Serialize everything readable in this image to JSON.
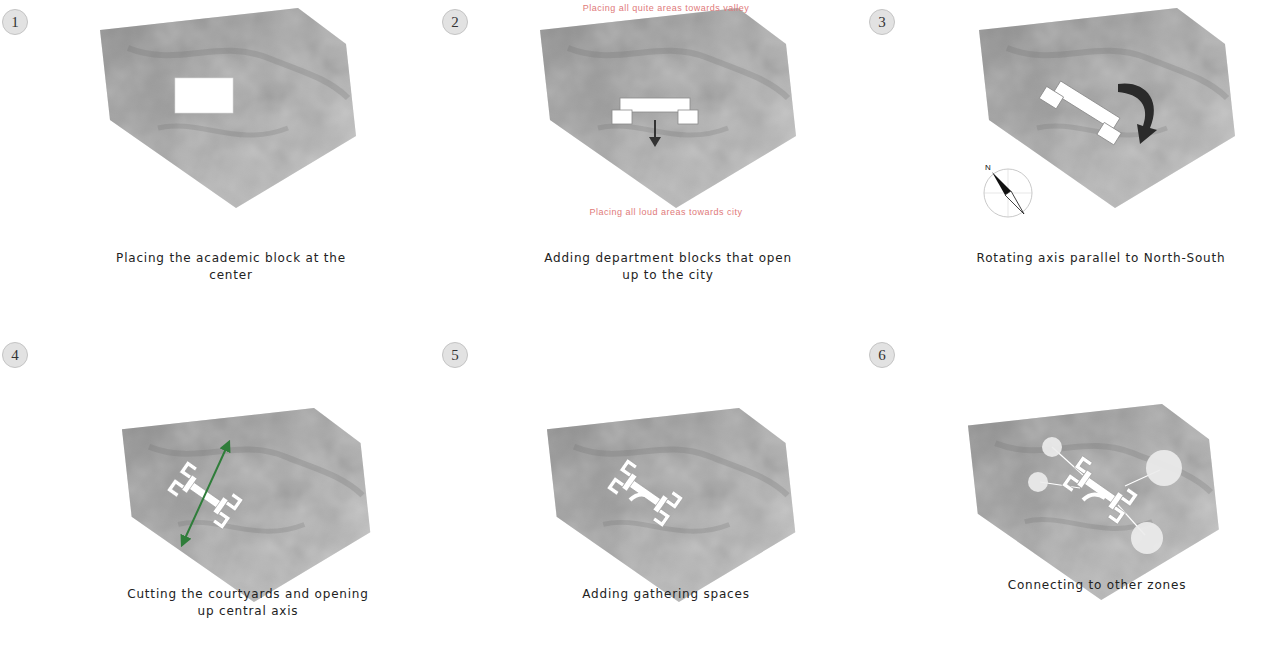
{
  "diagram": {
    "nodes": [
      {
        "text": [
          "1"
        ]
      },
      {
        "text": [
          "2"
        ]
      },
      {
        "text": [
          "3"
        ]
      },
      {
        "text": [
          "4"
        ]
      },
      {
        "text": [
          "5"
        ]
      },
      {
        "text": [
          "6"
        ]
      }
    ],
    "labels": [
      "Placing all quite areas towards valley",
      "Placing all loud areas towards city",
      "Placing the academic block at the center",
      "Adding department blocks that open up to the city",
      "Rotating axis parallel to North-South",
      "N",
      "Cutting the courtyards and opening up central axis",
      "Adding gathering spaces",
      "Connecting to other zones"
    ]
  }
}
